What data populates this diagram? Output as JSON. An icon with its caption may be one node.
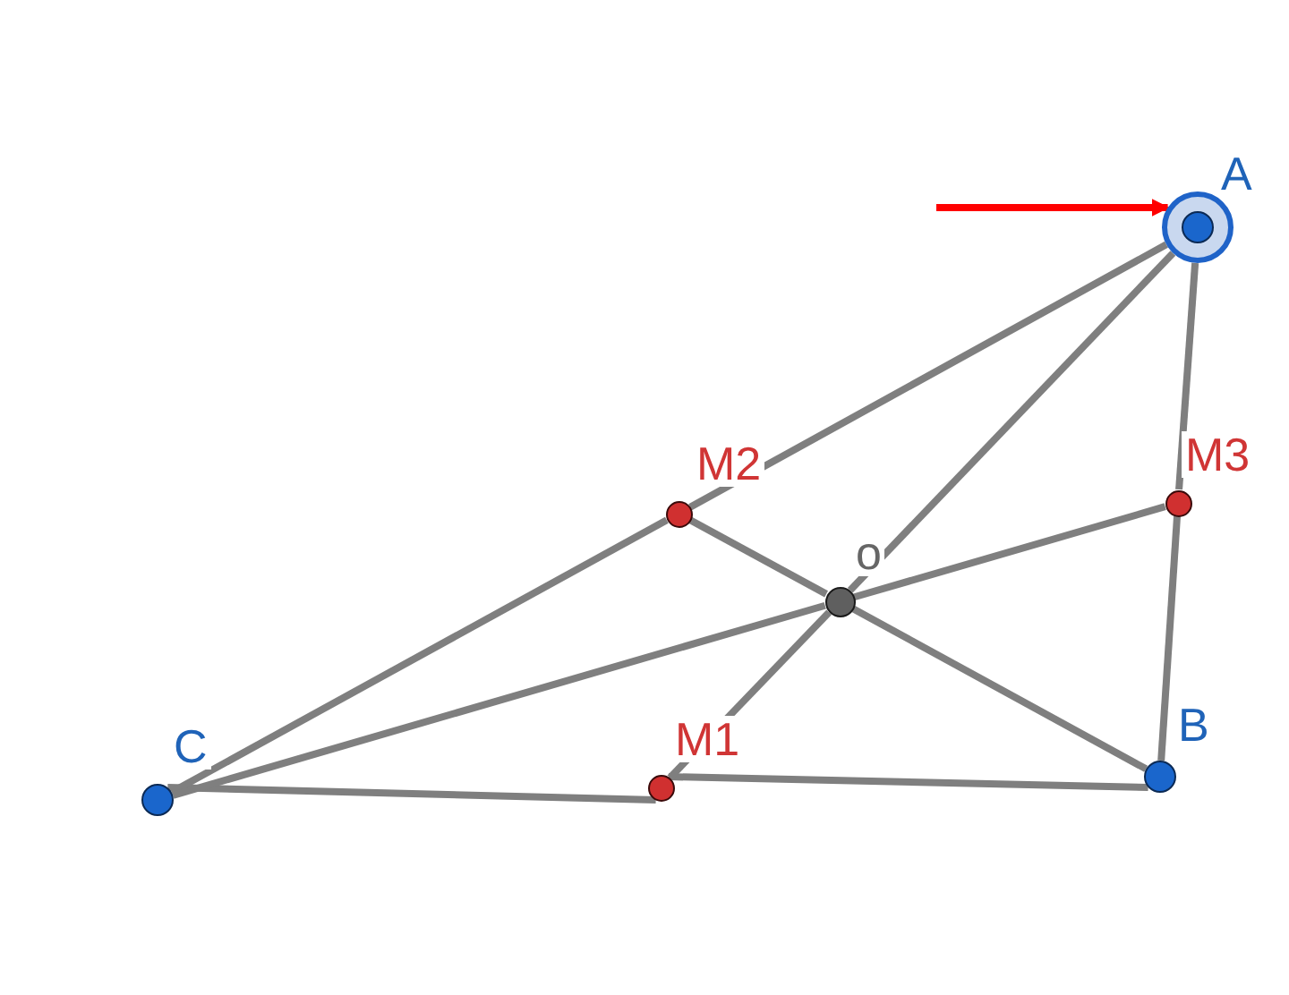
{
  "diagram": {
    "nodes": [
      {
        "text": [],
        "shape": "circle",
        "beside": [
          "A"
        ]
      },
      {
        "text": [],
        "shape": "circle",
        "beside": [
          "B"
        ]
      },
      {
        "text": [],
        "shape": "circle",
        "beside": [
          "C"
        ]
      },
      {
        "text": [],
        "shape": "circle",
        "beside": [
          "M1"
        ]
      },
      {
        "text": [],
        "shape": "circle",
        "beside": [
          "M2"
        ]
      },
      {
        "text": [],
        "shape": "circle",
        "beside": [
          "M3"
        ]
      },
      {
        "text": [],
        "shape": "circle",
        "beside": [
          "o"
        ]
      }
    ],
    "edges": [
      {
        "from": 0,
        "to": 5,
        "arrow": "none"
      },
      {
        "from": 5,
        "to": 1,
        "arrow": "none"
      },
      {
        "from": 1,
        "to": 3,
        "arrow": "none"
      },
      {
        "from": 3,
        "to": 2,
        "arrow": "none"
      },
      {
        "from": 2,
        "to": 4,
        "arrow": "none"
      },
      {
        "from": 4,
        "to": 0,
        "arrow": "none"
      },
      {
        "from": 0,
        "to": 6,
        "arrow": "none"
      },
      {
        "from": 6,
        "to": 3,
        "arrow": "none"
      },
      {
        "from": 1,
        "to": 6,
        "arrow": "none"
      },
      {
        "from": 6,
        "to": 4,
        "arrow": "none"
      },
      {
        "from": 2,
        "to": 6,
        "arrow": "none"
      },
      {
        "from": 6,
        "to": 5,
        "arrow": "none"
      },
      {
        "from": null,
        "to": 0,
        "arrow": "to",
        "color": "#ff0000"
      }
    ]
  }
}
